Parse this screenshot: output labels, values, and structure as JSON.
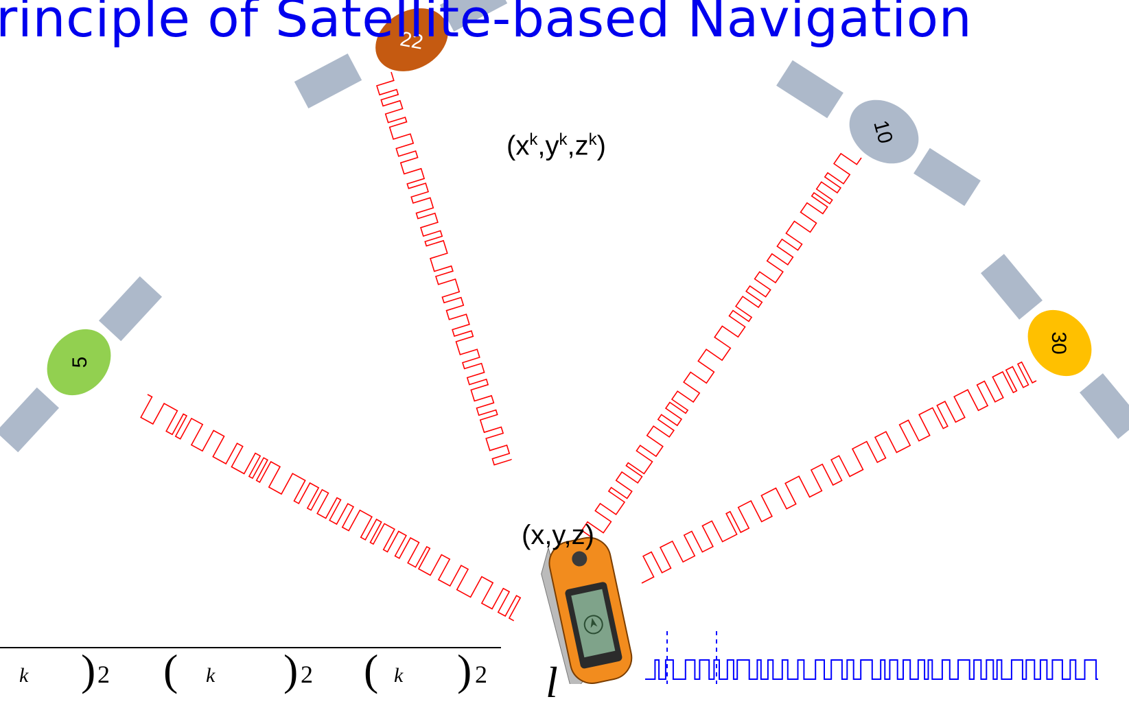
{
  "title": "rinciple of Satellite-based Navigation",
  "receiver_label": "(x,y,z)",
  "satellite_coord_label": {
    "base": [
      "(x",
      ",y",
      ",z",
      ")"
    ],
    "sup": "k"
  },
  "satellites": [
    {
      "id": "22",
      "color": "#c55a11"
    },
    {
      "id": "10",
      "color": "#adb9ca"
    },
    {
      "id": "5",
      "color": "#92d050"
    },
    {
      "id": "30",
      "color": "#ffc000"
    }
  ],
  "signal_color": "#ff0000",
  "code_color": "#0000ff",
  "panel_color": "#adb9ca",
  "equation": {
    "sup": "k",
    "exponent": "2",
    "open": "(",
    "close": ")",
    "partial": "l"
  }
}
